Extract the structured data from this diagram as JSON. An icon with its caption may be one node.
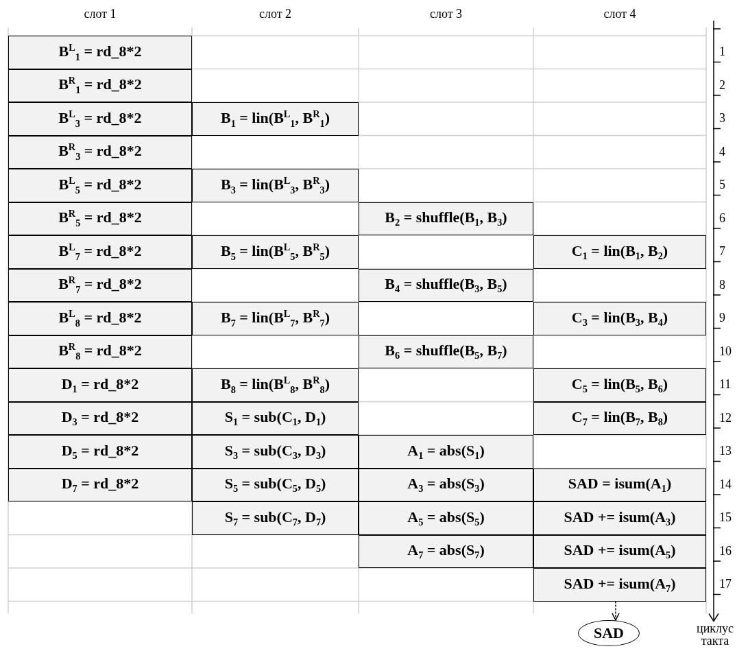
{
  "diagram": {
    "nodes": [
      {
        "text": [
          "B$^{L}$$_{1}$ = rd_8*2"
        ]
      },
      {
        "text": [
          "B$^{R}$$_{1}$ = rd_8*2"
        ]
      },
      {
        "text": [
          "B$^{L}$$_{3}$ = rd_8*2"
        ]
      },
      {
        "text": [
          "B$_{1}$ = lin(B$^{L}$$_{1}$, B$^{R}$$_{1}$)"
        ]
      },
      {
        "text": [
          "B$^{R}$$_{3}$ = rd_8*2"
        ]
      },
      {
        "text": [
          "B$^{L}$$_{5}$ = rd_8*2"
        ]
      },
      {
        "text": [
          "B$_{3}$ = lin(B$^{L}$$_{3}$, B$^{R}$$_{3}$)"
        ]
      },
      {
        "text": [
          "B$^{R}$$_{5}$ = rd_8*2"
        ]
      },
      {
        "text": [
          "B$_{2}$ = shuffle(B$_{1}$, B$_{3}$)"
        ]
      },
      {
        "text": [
          "B$^{L}$$_{7}$ = rd_8*2"
        ]
      },
      {
        "text": [
          "B$_{5}$ = lin(B$^{L}$$_{5}$, B$^{R}$$_{5}$)"
        ]
      },
      {
        "text": [
          "C$_{1}$ = lin(B$_{1}$, B$_{2}$)"
        ]
      },
      {
        "text": [
          "B$^{R}$$_{7}$ = rd_8*2"
        ]
      },
      {
        "text": [
          "B$_{4}$ = shuffle(B$_{3}$, B$_{5}$)"
        ]
      },
      {
        "text": [
          "B$^{L}$$_{8}$ = rd_8*2"
        ]
      },
      {
        "text": [
          "B$_{7}$ = lin(B$^{L}$$_{7}$, B$^{R}$$_{7}$)"
        ]
      },
      {
        "text": [
          "C$_{3}$ = lin(B$_{3}$, B$_{4}$)"
        ]
      },
      {
        "text": [
          "B$^{R}$$_{8}$ = rd_8*2"
        ]
      },
      {
        "text": [
          "B$_{6}$ = shuffle(B$_{5}$, B$_{7}$)"
        ]
      },
      {
        "text": [
          "D$_{1}$ = rd_8*2"
        ]
      },
      {
        "text": [
          "B$_{8}$ = lin(B$^{L}$$_{8}$, B$^{R}$$_{8}$)"
        ]
      },
      {
        "text": [
          "C$_{5}$ = lin(B$_{5}$, B$_{6}$)"
        ]
      },
      {
        "text": [
          "D$_{3}$ = rd_8*2"
        ]
      },
      {
        "text": [
          "S$_{1}$ = sub(C$_{1}$, D$_{1}$)"
        ]
      },
      {
        "text": [
          "C$_{7}$ = lin(B$_{7}$, B$_{8}$)"
        ]
      },
      {
        "text": [
          "D$_{5}$ = rd_8*2"
        ]
      },
      {
        "text": [
          "S$_{3}$ = sub(C$_{3}$, D$_{3}$)"
        ]
      },
      {
        "text": [
          "A$_{1}$ = abs(S$_{1}$)"
        ]
      },
      {
        "text": [
          "D$_{7}$ = rd_8*2"
        ]
      },
      {
        "text": [
          "S$_{5}$ = sub(C$_{5}$, D$_{5}$)"
        ]
      },
      {
        "text": [
          "A$_{3}$ = abs(S$_{3}$)"
        ]
      },
      {
        "text": [
          "SAD = isum(A$_{1}$)"
        ]
      },
      {
        "text": [
          "S$_{7}$ = sub(C$_{7}$, D$_{7}$)"
        ]
      },
      {
        "text": [
          "A$_{5}$ = abs(S$_{5}$)"
        ]
      },
      {
        "text": [
          "SAD += isum(A$_{3}$)"
        ]
      },
      {
        "text": [
          "A$_{7}$ = abs(S$_{7}$)"
        ]
      },
      {
        "text": [
          "SAD += isum(A$_{5}$)"
        ]
      },
      {
        "text": [
          "SAD += isum(A$_{7}$)"
        ]
      },
      {
        "text": [
          "SAD"
        ]
      }
    ],
    "edges": [
      {
        "from": 37,
        "to": 38,
        "arrow": "to",
        "style": "dashed"
      }
    ],
    "labels": [
      "слот 1",
      "слот 2",
      "слот 3",
      "слот 4",
      "1",
      "2",
      "3",
      "4",
      "5",
      "6",
      "7",
      "8",
      "9",
      "10",
      "11",
      "12",
      "13",
      "14",
      "15",
      "16",
      "17",
      "циклус такта"
    ]
  }
}
